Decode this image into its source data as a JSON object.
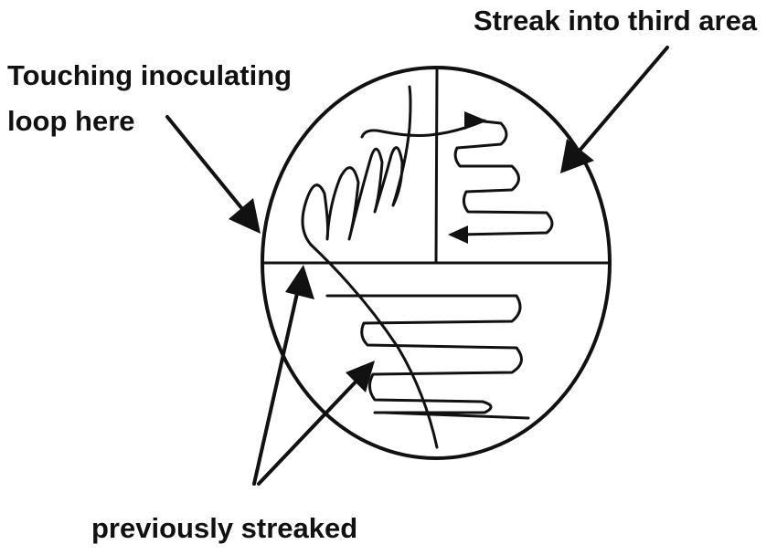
{
  "diagram": {
    "labels": {
      "third_area": "Streak into third area",
      "touching_line1": "Touching inoculating",
      "touching_line2": "loop here",
      "previously": "previously streaked"
    },
    "colors": {
      "ink": "#111111",
      "background": "#ffffff"
    }
  }
}
